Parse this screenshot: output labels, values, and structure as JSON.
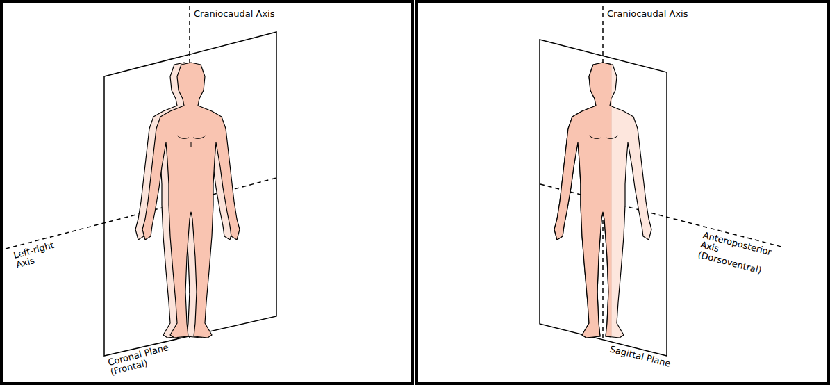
{
  "diagram": {
    "labels": [
      "Craniocaudal Axis",
      "Left-right Axis",
      "Coronal Plane (Frontal)",
      "Craniocaudal Axis",
      "Anteroposterior Axis (Dorsoventral)",
      "Sagittal Plane"
    ]
  }
}
